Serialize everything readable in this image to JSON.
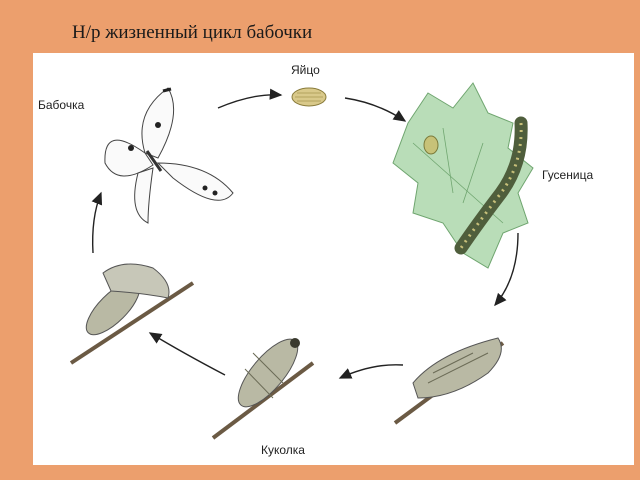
{
  "title": "Н/р жизненный цикл бабочки",
  "stages": {
    "egg": "Яйцо",
    "caterpillar": "Гусеница",
    "pupa": "Куколка",
    "butterfly": "Бабочка"
  },
  "colors": {
    "background": "#ec9f6d",
    "panel": "#ffffff",
    "arrow": "#222222",
    "leaf": "#a8d0a8",
    "larva": "#5a6a45"
  }
}
